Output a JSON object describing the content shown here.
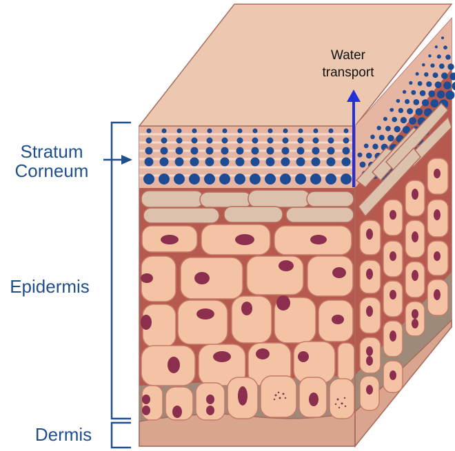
{
  "labels": {
    "stratum_line1": "Stratum",
    "stratum_line2": "Corneum",
    "epidermis": "Epidermis",
    "dermis": "Dermis",
    "water_line1": "Water",
    "water_line2": "transport"
  },
  "colors": {
    "label_blue": "#1f4e8c",
    "dot_blue": "#1d4c94",
    "arrow_blue": "#2330d8",
    "cell_fill": "#f4c3a3",
    "membrane": "#b5574f",
    "nucleus": "#8c2f4f",
    "top_face": "#ecc8b0",
    "corneocyte": "#dcc1ad",
    "dermis": "#d9a58f",
    "outline": "#a86a5c"
  }
}
